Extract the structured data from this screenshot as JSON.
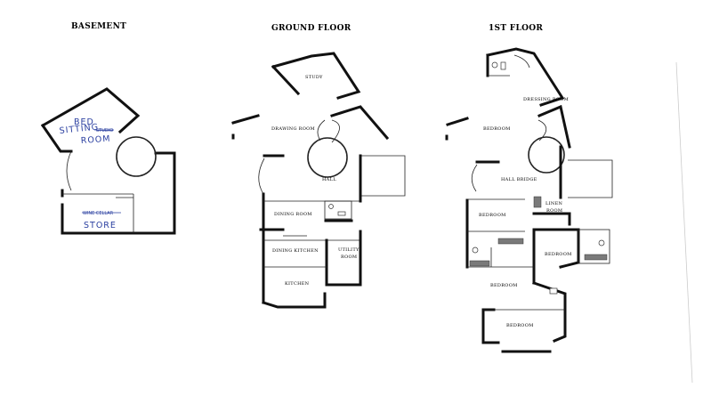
{
  "floors": {
    "basement": {
      "title": "BASEMENT",
      "handwritten_top": [
        "BED",
        "SITTING",
        "ROOM"
      ],
      "struck_top": "STUDIO",
      "struck_bottom": "WINE CELLAR",
      "handwritten_bottom": "STORE"
    },
    "ground": {
      "title": "GROUND FLOOR",
      "rooms": {
        "study": "STUDY",
        "drawing_room": "DRAWING ROOM",
        "hall": "HALL",
        "dining_room": "DINING ROOM",
        "dining_kitchen": "DINING KITCHEN",
        "utility_1": "UTILITY",
        "utility_2": "ROOM",
        "kitchen": "KITCHEN"
      }
    },
    "first": {
      "title": "1ST FLOOR",
      "rooms": {
        "dressing_room": "DRESSING ROOM",
        "bedroom_1": "BEDROOM",
        "hall_bridge": "HALL BRIDGE",
        "linen_1": "LINEN",
        "linen_2": "ROOM",
        "bedroom_2": "BEDROOM",
        "bedroom_3": "BEDROOM",
        "bedroom_4": "BEDROOM",
        "bedroom_5": "BEDROOM"
      }
    }
  }
}
